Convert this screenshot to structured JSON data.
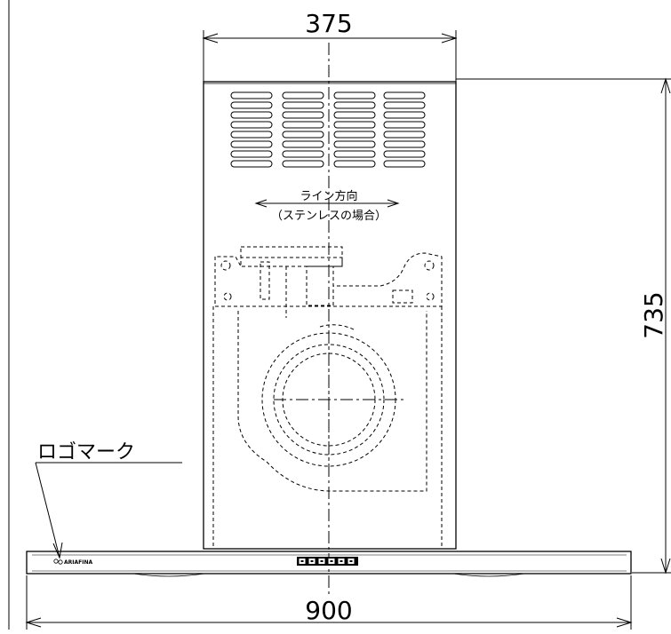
{
  "dimensions": {
    "chimney_width": "375",
    "total_height": "735",
    "hood_width": "900"
  },
  "notes": {
    "line_direction": "ライン方向",
    "stainless_case": "（ステンレスの場合）",
    "logo_mark": "ロゴマーク",
    "brand_name": "ARIAFINA"
  },
  "control_panel": {
    "buttons": [
      "□",
      "□",
      "-",
      "-",
      "▪",
      "□"
    ]
  }
}
